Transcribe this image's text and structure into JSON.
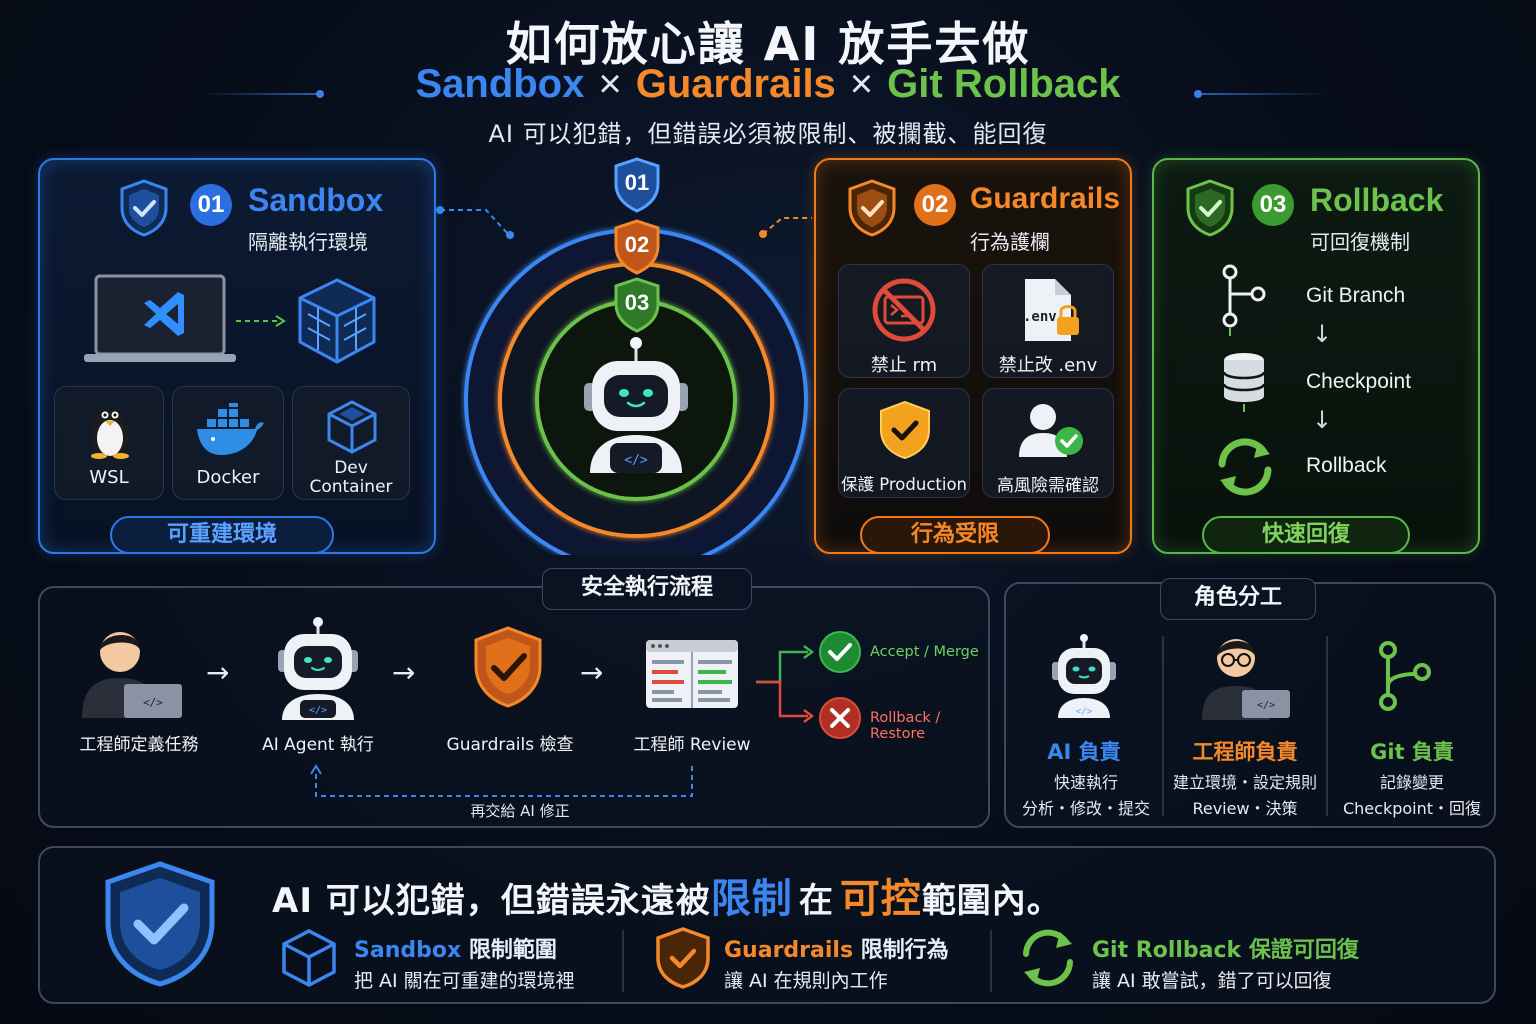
{
  "header": {
    "title": "如何放心讓 AI 放手去做",
    "sub_sandbox": "Sandbox",
    "sub_x1": "×",
    "sub_guardrails": "Guardrails",
    "sub_x2": "×",
    "sub_git": "Git Rollback",
    "tagline": "AI 可以犯錯，但錯誤必須被限制、被攔截、能回復"
  },
  "colors": {
    "blue": "#3b86f0",
    "orange": "#f5892a",
    "green": "#6cc24a",
    "red": "#e04a3a"
  },
  "sandbox": {
    "num": "01",
    "title": "Sandbox",
    "subtitle": "隔離執行環境",
    "tiles": [
      {
        "icon": "linux-penguin-icon",
        "label": "WSL"
      },
      {
        "icon": "docker-whale-icon",
        "label": "Docker"
      },
      {
        "icon": "cube-icon",
        "label": "Dev\nContainer"
      }
    ],
    "pill": "可重建環境"
  },
  "rings": {
    "badges": [
      "01",
      "02",
      "03"
    ]
  },
  "guardrails": {
    "num": "02",
    "title": "Guardrails",
    "subtitle": "行為護欄",
    "tiles": [
      {
        "icon": "no-terminal-icon",
        "label": "禁止 rm"
      },
      {
        "icon": "env-file-lock-icon",
        "label": "禁止改 .env",
        "file_text": ".env"
      },
      {
        "icon": "shield-check-icon",
        "label": "保護 Production"
      },
      {
        "icon": "user-check-icon",
        "label": "高風險需確認"
      }
    ],
    "pill": "行為受限"
  },
  "rollback": {
    "num": "03",
    "title": "Rollback",
    "subtitle": "可回復機制",
    "steps": [
      "Git Branch",
      "Checkpoint",
      "Rollback"
    ],
    "arrow": "↓",
    "pill": "快速回復"
  },
  "flow": {
    "tag": "安全執行流程",
    "steps": [
      "工程師定義任務",
      "AI Agent 執行",
      "Guardrails 檢查",
      "工程師 Review"
    ],
    "arrow": "→",
    "accept": "Accept / Merge",
    "reject": "Rollback / Restore",
    "loop_label": "再交給 AI 修正"
  },
  "roles": {
    "tag": "角色分工",
    "items": [
      {
        "title": "AI 負責",
        "line1": "快速執行",
        "line2": "分析・修改・提交",
        "color": "#3b86f0"
      },
      {
        "title": "工程師負責",
        "line1": "建立環境・設定規則",
        "line2": "Review・決策",
        "color": "#f5892a"
      },
      {
        "title": "Git 負責",
        "line1": "記錄變更",
        "line2": "Checkpoint・回復",
        "color": "#6cc24a"
      }
    ]
  },
  "bottom": {
    "main_a": "AI 可以犯錯，但錯誤永遠被",
    "main_limit": "限制",
    "main_b": "在",
    "main_ctrl": "可控",
    "main_c": "範圍內。",
    "cols": [
      {
        "title_accent": "Sandbox",
        "title_rest": " 限制範圍",
        "desc": "把 AI 關在可重建的環境裡"
      },
      {
        "title_accent": "Guardrails",
        "title_rest": " 限制行為",
        "desc": "讓 AI 在規則內工作"
      },
      {
        "title_accent": "Git Rollback 保證可回復",
        "title_rest": "",
        "desc": "讓 AI 敢嘗試，錯了可以回復"
      }
    ]
  }
}
